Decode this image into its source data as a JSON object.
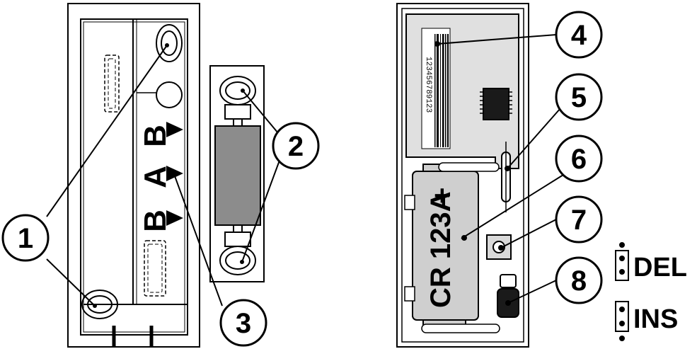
{
  "callouts": [
    "1",
    "2",
    "3",
    "4",
    "5",
    "6",
    "7",
    "8"
  ],
  "letters": [
    "B",
    "A",
    "B"
  ],
  "battery": {
    "label": "CR 123A",
    "polarity": "+"
  },
  "barcode": {
    "number": "123456789123"
  },
  "jumpers": {
    "del_label": "DEL",
    "ins_label": "INS"
  },
  "colors": {
    "ink": "#000000",
    "board_fill": "#e0e0e0",
    "magnet_fill": "#8c8c8c",
    "battery_fill": "#cfcfcf"
  }
}
